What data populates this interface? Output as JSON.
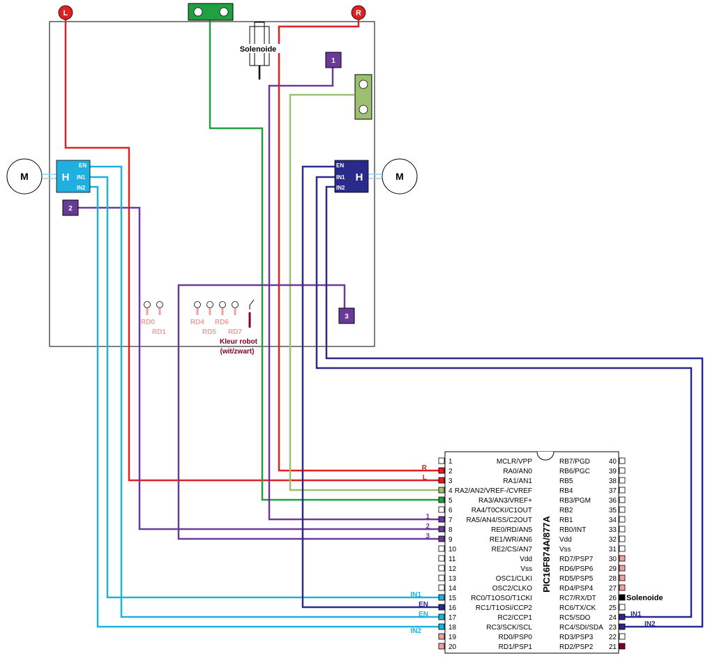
{
  "labels": {
    "L": "L",
    "R": "R",
    "solenoid": "Solenoide",
    "motor_left": "M",
    "motor_right": "M",
    "hbridge_left": "H",
    "hbridge_right": "H",
    "en": "EN",
    "in1": "IN1",
    "in2": "IN2",
    "sensor_1": "1",
    "sensor_2": "2",
    "sensor_3": "3",
    "rd0": "RD0",
    "rd1": "RD1",
    "rd4": "RD4",
    "rd5": "RD5",
    "rd6": "RD6",
    "rd7": "RD7",
    "kleur_line1": "Kleur robot",
    "kleur_line2": "(wit/zwart)",
    "chip_name": "PIC16F874A/877A",
    "solenoid_pin": "Solenoide"
  },
  "wire_labels": {
    "r": "R",
    "l": "L",
    "s1": "1",
    "s2": "2",
    "s3": "3",
    "in1_left": "IN1",
    "en_left_16": "EN",
    "en_left_17": "EN",
    "in2_left": "IN2",
    "in1_right": "IN1",
    "in2_right": "IN2"
  },
  "pins_left": [
    {
      "num": "1",
      "name": "MCLR/VPP"
    },
    {
      "num": "2",
      "name": "RA0/AN0"
    },
    {
      "num": "3",
      "name": "RA1/AN1"
    },
    {
      "num": "4",
      "name": "RA2/AN2/VREF-/CVREF"
    },
    {
      "num": "5",
      "name": "RA3/AN3/VREF+"
    },
    {
      "num": "6",
      "name": "RA4/T0CKI/C1OUT"
    },
    {
      "num": "7",
      "name": "RA5/AN4/SS/C2OUT"
    },
    {
      "num": "8",
      "name": "RE0/RD/AN5"
    },
    {
      "num": "9",
      "name": "RE1/WR/AN6"
    },
    {
      "num": "10",
      "name": "RE2/CS/AN7"
    },
    {
      "num": "11",
      "name": "VDD"
    },
    {
      "num": "12",
      "name": "VSS"
    },
    {
      "num": "13",
      "name": "OSC1/CLKI"
    },
    {
      "num": "14",
      "name": "OSC2/CLKO"
    },
    {
      "num": "15",
      "name": "RC0/T1OSO/T1CKI"
    },
    {
      "num": "16",
      "name": "RC1/T1OSI/CCP2"
    },
    {
      "num": "17",
      "name": "RC2/CCP1"
    },
    {
      "num": "18",
      "name": "RC3/SCK/SCL"
    },
    {
      "num": "19",
      "name": "RD0/PSP0"
    },
    {
      "num": "20",
      "name": "RD1/PSP1"
    }
  ],
  "pins_right": [
    {
      "num": "40",
      "name": "RB7/PGD"
    },
    {
      "num": "39",
      "name": "RB6/PGC"
    },
    {
      "num": "38",
      "name": "RB5"
    },
    {
      "num": "37",
      "name": "RB4"
    },
    {
      "num": "36",
      "name": "RB3/PGM"
    },
    {
      "num": "35",
      "name": "RB2"
    },
    {
      "num": "34",
      "name": "RB1"
    },
    {
      "num": "33",
      "name": "RB0/INT"
    },
    {
      "num": "32",
      "name": "VDD"
    },
    {
      "num": "31",
      "name": "VSS"
    },
    {
      "num": "30",
      "name": "RD7/PSP7"
    },
    {
      "num": "29",
      "name": "RD6/PSP6"
    },
    {
      "num": "28",
      "name": "RD5/PSP5"
    },
    {
      "num": "27",
      "name": "RD4/PSP4"
    },
    {
      "num": "26",
      "name": "RC7/RX/DT"
    },
    {
      "num": "25",
      "name": "RC6/TX/CK"
    },
    {
      "num": "24",
      "name": "RC5/SDO"
    },
    {
      "num": "23",
      "name": "RC4/SDI/SDA"
    },
    {
      "num": "22",
      "name": "RD3/PSP3"
    },
    {
      "num": "21",
      "name": "RD2/PSP2"
    }
  ],
  "colors": {
    "red": "#e02020",
    "green": "#20a040",
    "lightgreen": "#9cc070",
    "purple": "#6a3a9a",
    "cyan": "#20b0e0",
    "navy": "#2a2a8a",
    "pink": "#f0a0a0",
    "maroon": "#800020"
  }
}
